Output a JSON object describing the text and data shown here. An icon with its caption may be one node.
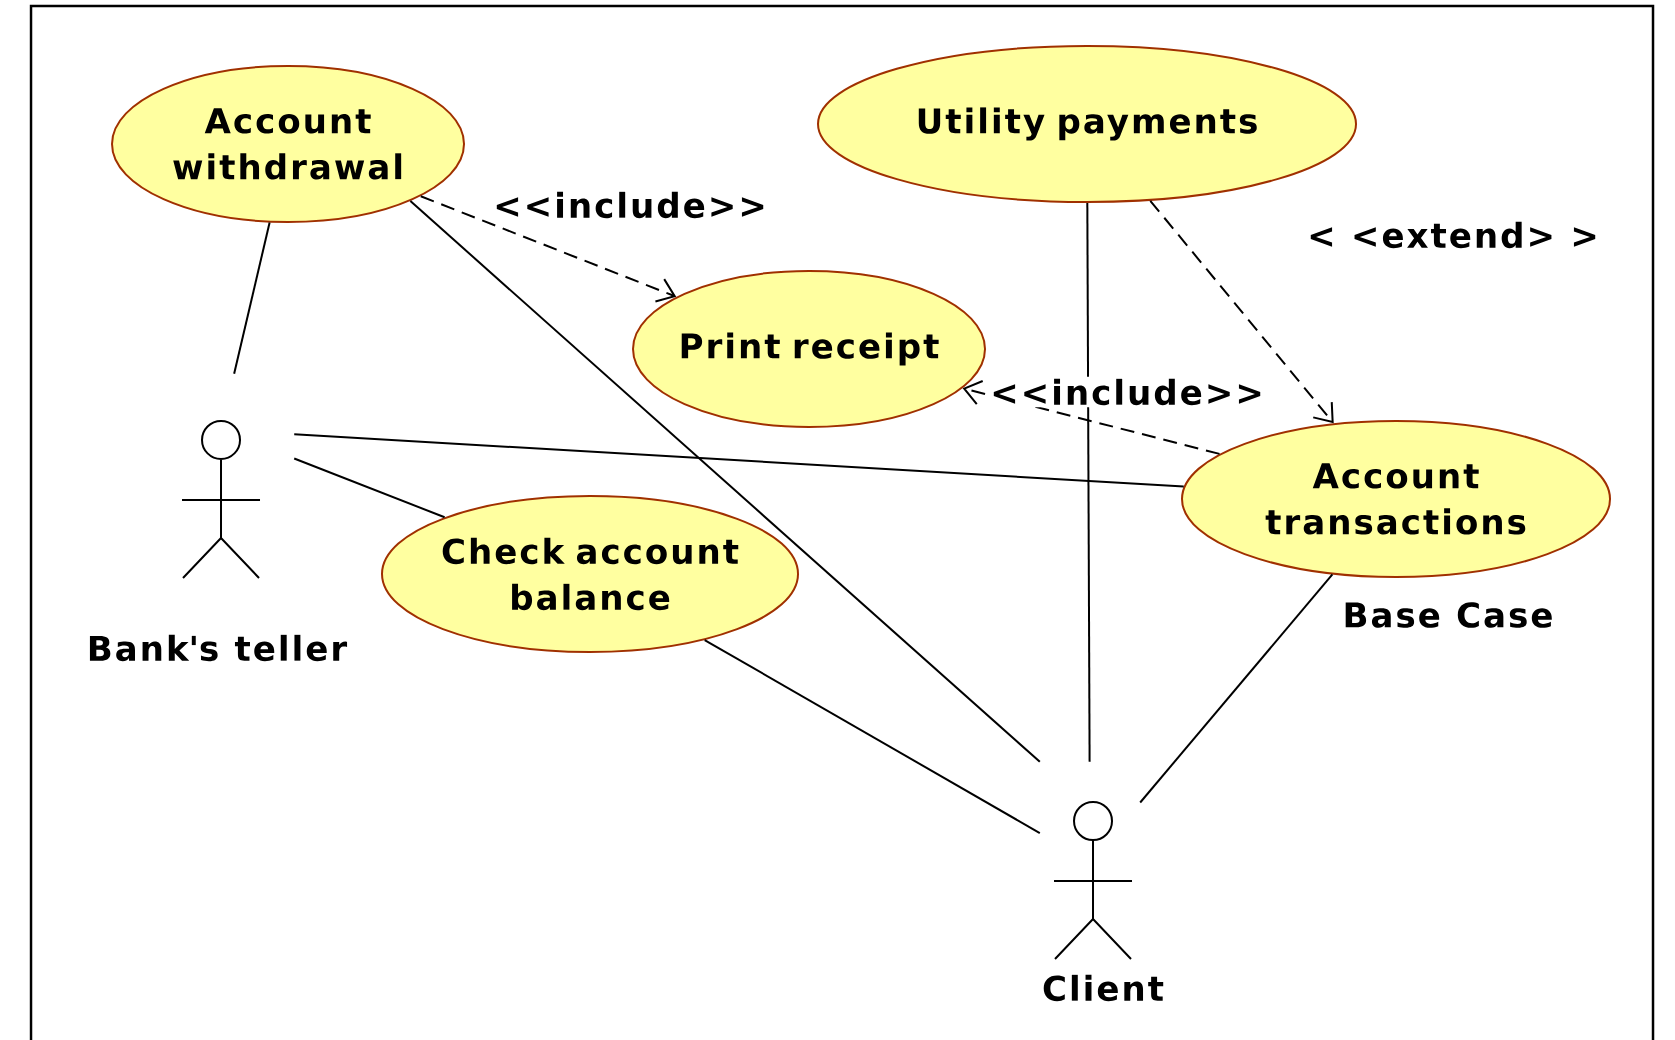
{
  "diagram": {
    "nodes": [
      {
        "text": [
          "Account withdrawal"
        ]
      },
      {
        "text": [
          "Utility payments"
        ]
      },
      {
        "text": [
          "Print receipt"
        ]
      },
      {
        "text": [
          "Account transactions"
        ],
        "beside": [
          "Base Case"
        ]
      },
      {
        "text": [
          "Check account balance"
        ]
      },
      {
        "text": [
          "Bank's teller"
        ]
      },
      {
        "text": [
          "Client"
        ]
      }
    ],
    "edges": [
      {
        "from": 5,
        "to": 0,
        "arrow": "none"
      },
      {
        "from": 0,
        "to": 2,
        "arrow": "to",
        "style": "dashed",
        "label": "<<include>>"
      },
      {
        "from": 0,
        "to": 6,
        "arrow": "none"
      },
      {
        "from": 1,
        "to": 6,
        "arrow": "none"
      },
      {
        "from": 1,
        "to": 3,
        "arrow": "to",
        "style": "dashed",
        "label": "< <extend> >"
      },
      {
        "from": 3,
        "to": 2,
        "arrow": "to",
        "style": "dashed",
        "label": "<<include>>"
      },
      {
        "from": 5,
        "to": 3,
        "arrow": "none"
      },
      {
        "from": 5,
        "to": 4,
        "arrow": "none"
      },
      {
        "from": 4,
        "to": 6,
        "arrow": "none"
      },
      {
        "from": 3,
        "to": 6,
        "arrow": "none"
      }
    ]
  }
}
